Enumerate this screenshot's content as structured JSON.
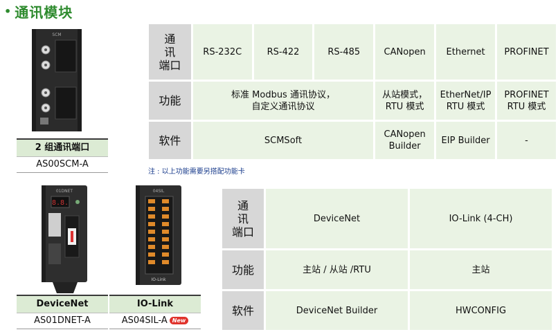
{
  "section": {
    "bullet": "•",
    "title": "通讯模块"
  },
  "products": {
    "scm": {
      "module_text": "SCM",
      "label_top": "2 组通讯端口",
      "label_bottom": "AS00SCM-A"
    },
    "dnet": {
      "module_text": "01DNET",
      "display_text": "8.8.",
      "label_top": "DeviceNet",
      "label_bottom": "AS01DNET-A"
    },
    "sil": {
      "module_text": "04SIL",
      "brand_text": "IO-Link",
      "label_top": "IO-Link",
      "label_bottom": "AS04SIL-A",
      "badge": "New"
    }
  },
  "table1": {
    "row_headers": [
      "通\n讯\n端口",
      "功能",
      "软件"
    ],
    "interfaces": [
      "RS-232C",
      "RS-422",
      "RS-485",
      "CANopen",
      "Ethernet",
      "PROFINET"
    ],
    "functions": [
      "标准 Modbus 通讯协议，\n自定义通讯协议",
      "从站模式，\nRTU 模式",
      "EtherNet/IP\nRTU 模式",
      "PROFINET\nRTU 模式"
    ],
    "software": [
      "SCMSoft",
      "CANopen\nBuilder",
      "EIP Builder",
      "-"
    ]
  },
  "note": "注 : 以上功能需要另搭配功能卡",
  "table2": {
    "row_headers": [
      "通\n讯\n端口",
      "功能",
      "软件"
    ],
    "interfaces": [
      "DeviceNet",
      "IO-Link (4-CH)"
    ],
    "functions": [
      "主站 / 从站 /RTU",
      "主站"
    ],
    "software": [
      "DeviceNet Builder",
      "HWCONFIG"
    ]
  },
  "colors": {
    "title_green": "#2e8b2e",
    "header_gray": "#d7d7d7",
    "cell_green": "#eaf3e4",
    "label_green": "#dcebd4",
    "note_blue": "#1a3c8c",
    "badge_red": "#e0332c"
  }
}
